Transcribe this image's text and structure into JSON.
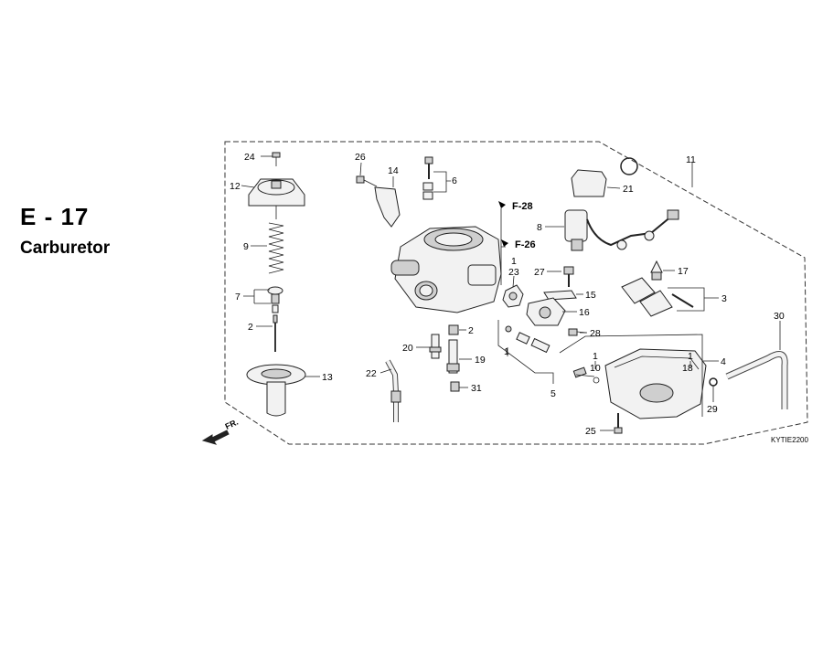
{
  "header": {
    "section_code": "E - 17",
    "section_title": "Carburetor"
  },
  "diagram": {
    "drawing_code": "KYTIE2200",
    "direction_label": "FR.",
    "references": [
      "F-28",
      "F-26"
    ],
    "callouts": [
      {
        "id": "c24",
        "text": "24"
      },
      {
        "id": "c12",
        "text": "12"
      },
      {
        "id": "c9",
        "text": "9"
      },
      {
        "id": "c7",
        "text": "7"
      },
      {
        "id": "c2a",
        "text": "2"
      },
      {
        "id": "c13",
        "text": "13"
      },
      {
        "id": "c26",
        "text": "26"
      },
      {
        "id": "c14",
        "text": "14"
      },
      {
        "id": "c6",
        "text": "6"
      },
      {
        "id": "c1a",
        "text": "1"
      },
      {
        "id": "c23",
        "text": "23"
      },
      {
        "id": "c27",
        "text": "27"
      },
      {
        "id": "c15",
        "text": "15"
      },
      {
        "id": "c16",
        "text": "16"
      },
      {
        "id": "c28",
        "text": "28"
      },
      {
        "id": "c2b",
        "text": "2"
      },
      {
        "id": "c20",
        "text": "20"
      },
      {
        "id": "c19",
        "text": "19"
      },
      {
        "id": "c22",
        "text": "22"
      },
      {
        "id": "c31",
        "text": "31"
      },
      {
        "id": "c1b",
        "text": "1"
      },
      {
        "id": "c5",
        "text": "5"
      },
      {
        "id": "c11",
        "text": "11"
      },
      {
        "id": "c21",
        "text": "21"
      },
      {
        "id": "c8",
        "text": "8"
      },
      {
        "id": "c17",
        "text": "17"
      },
      {
        "id": "c3",
        "text": "3"
      },
      {
        "id": "c30",
        "text": "30"
      },
      {
        "id": "c1c",
        "text": "1"
      },
      {
        "id": "c10",
        "text": "10"
      },
      {
        "id": "c1d",
        "text": "1"
      },
      {
        "id": "c18",
        "text": "18"
      },
      {
        "id": "c4",
        "text": "4"
      },
      {
        "id": "c29",
        "text": "29"
      },
      {
        "id": "c25",
        "text": "25"
      }
    ]
  }
}
